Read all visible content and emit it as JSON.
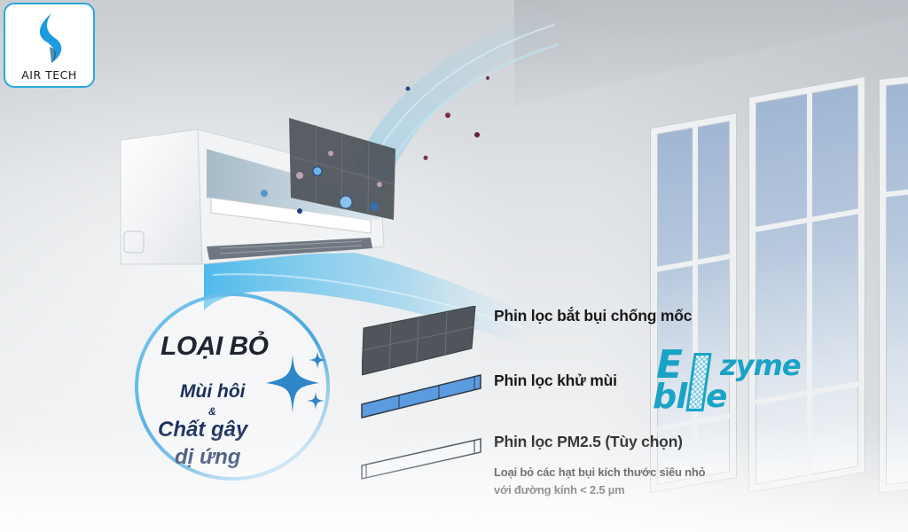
{
  "brand": {
    "logo_text": "AIR TECH",
    "accent_color": "#29a8e0"
  },
  "badge": {
    "title": "LOẠI BỎ",
    "line1": "Mùi hôi",
    "line2": "&",
    "line3": "Chất gây",
    "line4": "dị ứng",
    "ring_color": "#5fb8e6",
    "text_color": "#1b2f5c"
  },
  "features": [
    {
      "label": "Phin lọc bắt bụi chống mốc"
    },
    {
      "label": "Phin lọc khử mùi",
      "brand_logo": {
        "top": "E  zyme",
        "bottom": "bl  e",
        "full": "Enzyme blue",
        "color": "#1aa3c7"
      }
    },
    {
      "label": "Phin lọc PM2.5 (Tùy chọn)",
      "description_line1": "Loại bỏ các hạt bụi kích thước siêu nhỏ",
      "description_line2": "với đường kính < 2.5 µm"
    }
  ],
  "enzyme": {
    "E": "E",
    "zyme": "zyme",
    "bl": "bl",
    "e": "e"
  }
}
